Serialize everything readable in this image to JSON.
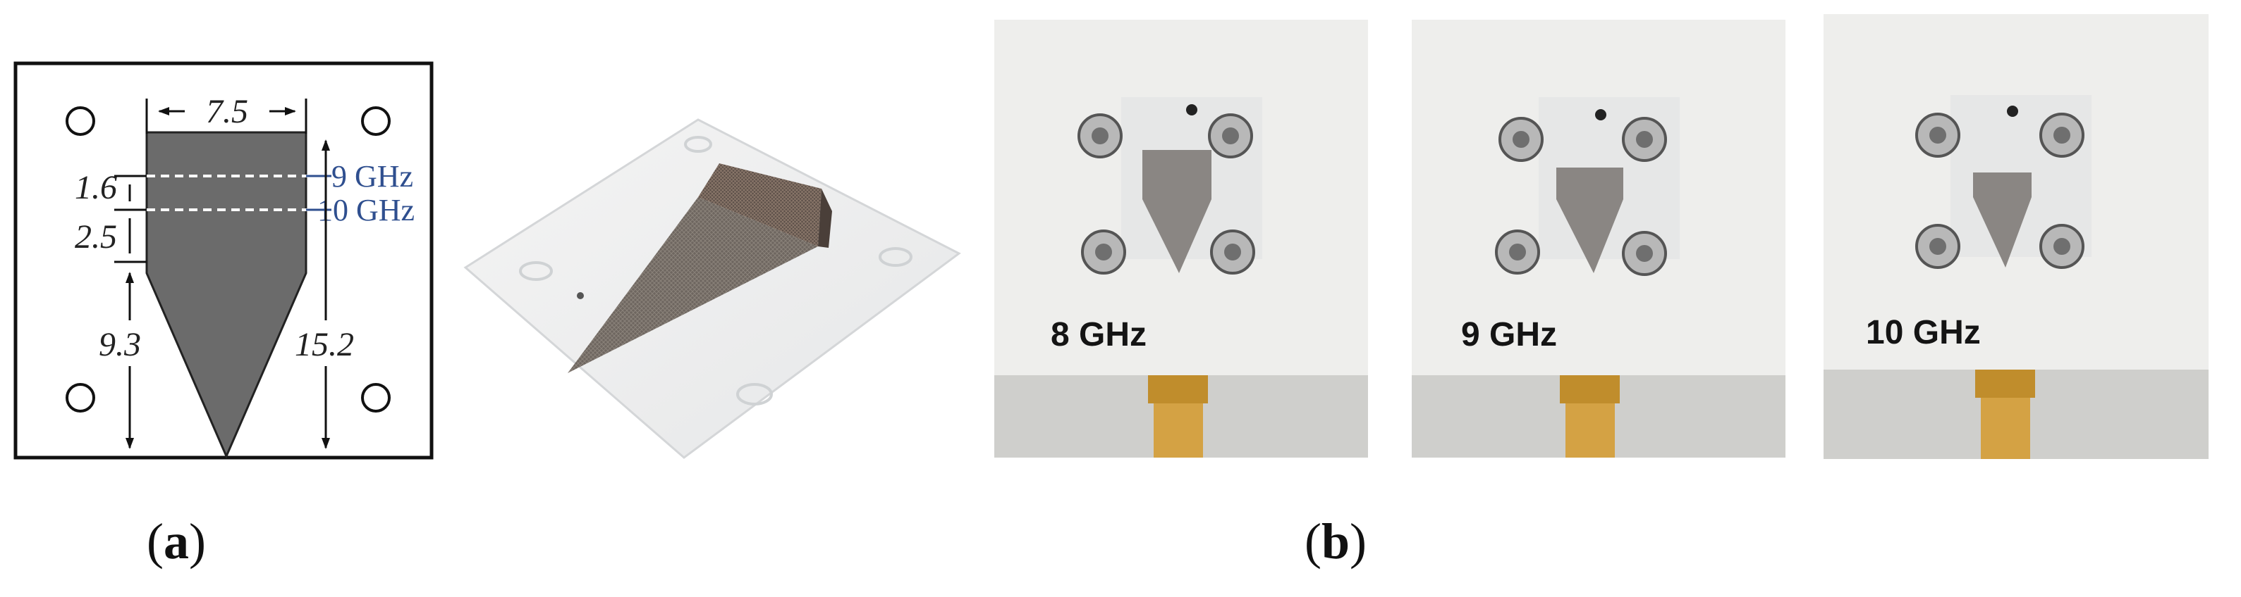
{
  "figure_a": {
    "caption_letter": "a",
    "dimensions": {
      "width_top": "7.5",
      "d1": "1.6",
      "d2": "2.5",
      "tip": "9.3",
      "total": "15.2"
    },
    "freq_lines": [
      "9 GHz",
      "10 GHz"
    ]
  },
  "figure_b": {
    "caption_letter": "b",
    "photo_labels": [
      "8 GHz",
      "9 GHz",
      "10 GHz"
    ]
  },
  "colors": {
    "patch_fill": "#6b6b6b",
    "freq_text": "#2f4f8f",
    "board": "#e9e9e7",
    "background": "#ffffff"
  }
}
